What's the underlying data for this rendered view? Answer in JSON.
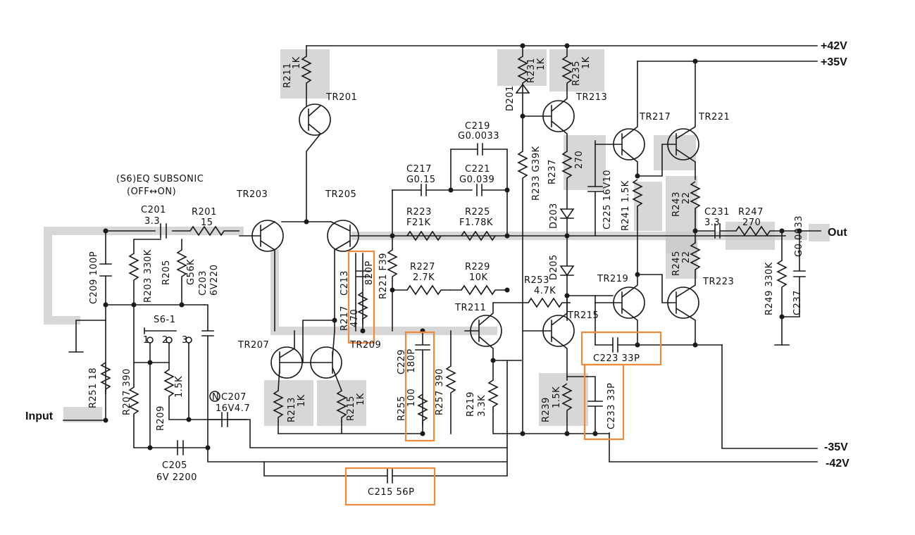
{
  "rails": {
    "p42": "+42V",
    "p35": "+35V",
    "n35": "-35V",
    "n42": "-42V"
  },
  "io": {
    "input": "Input",
    "output": "Out"
  },
  "switch": {
    "line1": "(S6)EQ SUBSONIC",
    "line2": "(OFF↔ON)",
    "name": "S6-1",
    "pos1": "1",
    "pos2": "2",
    "pos3": "3"
  },
  "transistors": {
    "tr201": "TR201",
    "tr203": "TR203",
    "tr205": "TR205",
    "tr207": "TR207",
    "tr209": "TR209",
    "tr211": "TR211",
    "tr213": "TR213",
    "tr215": "TR215",
    "tr217": "TR217",
    "tr219": "TR219",
    "tr221": "TR221",
    "tr223": "TR223"
  },
  "resistors": {
    "r201": "R201",
    "r201v": "15",
    "r203": "R203 330K",
    "r205": "R205",
    "r205v": "G56K",
    "r207": "R207 390",
    "r209": "R209",
    "r209v": "1.5K",
    "r211": "R211",
    "r211v": "1K",
    "r213": "R213",
    "r213v": "1K",
    "r215": "R215",
    "r215v": "1K",
    "r217": "R217",
    "r217v": "470",
    "r219": "R219",
    "r219v": "3.3K",
    "r221": "R221 F39",
    "r223": "R223",
    "r223v": "F21K",
    "r225": "R225",
    "r225v": "F1.78K",
    "r227": "R227",
    "r227v": "2.7K",
    "r229": "R229",
    "r229v": "10K",
    "r231": "R231",
    "r231v": "1K",
    "r233": "R233 G39K",
    "r235": "R235",
    "r235v": "1K",
    "r237": "R237",
    "r237v": "270",
    "r239": "R239",
    "r239v": "1.5K",
    "r241": "R241 1.5K",
    "r243": "R243",
    "r243v": "22",
    "r245": "R245",
    "r245v": "22",
    "r247": "R247",
    "r247v": "270",
    "r249": "R249 330K",
    "r251": "R251 18",
    "r253": "R253",
    "r253v": "4.7K",
    "r255": "R255",
    "r255v": "100",
    "r257": "R257 390"
  },
  "capacitors": {
    "c201": "C201",
    "c201v": "3.3",
    "c203": "C203",
    "c203v": "6V220",
    "c205": "C205",
    "c205v": "6V 2200",
    "c207": "C207",
    "c207v": "16V4.7",
    "c207n": "N",
    "c209": "C209 100P",
    "c213": "C213",
    "c213v": "820P",
    "c215": "C215 56P",
    "c217": "C217",
    "c217v": "G0.15",
    "c219": "C219",
    "c219v": "G0.0033",
    "c221": "C221",
    "c221v": "G0.039",
    "c223": "C223 33P",
    "c225": "C225 16V10",
    "c229": "C229",
    "c229v": "180P",
    "c231": "C231",
    "c231v": "3.3",
    "c233": "C233 33P",
    "c237": "C237",
    "c237v": "G0.0033"
  },
  "diodes": {
    "d201": "D201",
    "d203": "D203",
    "d205": "D205"
  },
  "colors": {
    "highlight": "#ee8a3a",
    "shading": "#c9c9c9",
    "ink": "#1a1a1a"
  }
}
